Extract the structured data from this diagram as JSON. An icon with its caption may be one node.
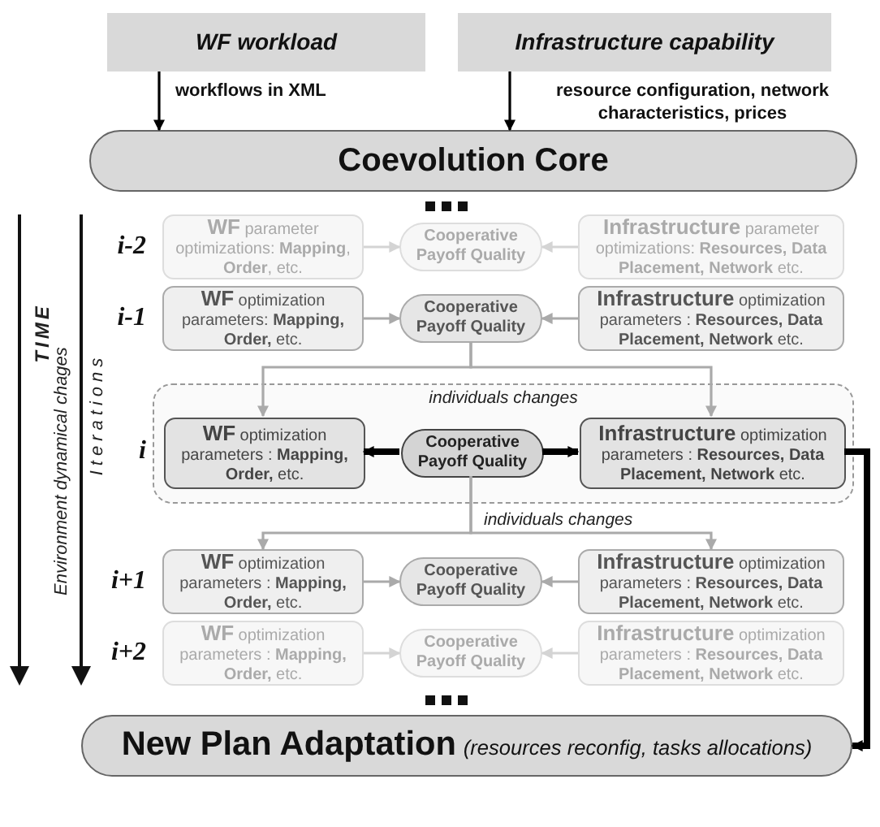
{
  "diagram": {
    "nodes": [
      {
        "text": [
          "WF workload"
        ]
      },
      {
        "text": [
          "Infrastructure capability"
        ]
      },
      {
        "text": [
          "Coevolution Core"
        ]
      },
      {
        "text": [
          "**WF** parameter optimizations: **Mapping**, **Order**, etc."
        ]
      },
      {
        "text": [
          "Cooperative Payoff Quality"
        ]
      },
      {
        "text": [
          "**Infrastructure** parameter optimizations: **Resources, Data Placement, Network** etc."
        ]
      },
      {
        "text": [
          "**WF** optimization parameters: **Mapping,** **Order,** etc."
        ]
      },
      {
        "text": [
          "Cooperative Payoff Quality"
        ]
      },
      {
        "text": [
          "**Infrastructure** optimization parameters : **Resources, Data Placement, Network** etc."
        ]
      },
      {
        "text": [
          "individuals changes"
        ]
      },
      {
        "text": [
          "**WF** optimization parameters : **Mapping,** **Order,** etc."
        ],
        "in": 9
      },
      {
        "text": [
          "Cooperative Payoff Quality"
        ],
        "in": 9
      },
      {
        "text": [
          "**Infrastructure** optimization parameters : **Resources, Data Placement, Network** etc."
        ],
        "in": 9
      },
      {
        "text": [
          "**WF** optimization parameters : **Mapping,** **Order,** etc."
        ]
      },
      {
        "text": [
          "Cooperative Payoff Quality"
        ]
      },
      {
        "text": [
          "**Infrastructure** optimization parameters : **Resources, Data Placement, Network** etc."
        ]
      },
      {
        "text": [
          "**WF** optimization parameters : **Mapping,** **Order,** etc."
        ]
      },
      {
        "text": [
          "Cooperative Payoff Quality"
        ]
      },
      {
        "text": [
          "**Infrastructure** optimization parameters : **Resources, Data Placement, Network** etc."
        ]
      },
      {
        "text": [
          "**New Plan Adaptation** *(resources reconfig, tasks allocations)*"
        ]
      }
    ],
    "edges": [
      {
        "from": 0,
        "to": 2,
        "arrow": "to",
        "label": "workflows in XML",
        "color": "#000000"
      },
      {
        "from": 1,
        "to": 2,
        "arrow": "to",
        "label": "resource configuration, network characteristics, prices",
        "color": "#000000"
      },
      {
        "from": 3,
        "to": 4,
        "arrow": "to",
        "color": "#d4d4d4"
      },
      {
        "from": 5,
        "to": 4,
        "arrow": "to",
        "color": "#d4d4d4"
      },
      {
        "from": 6,
        "to": 7,
        "arrow": "to"
      },
      {
        "from": 8,
        "to": 7,
        "arrow": "to"
      },
      {
        "from": 7,
        "to": 10,
        "arrow": "to"
      },
      {
        "from": 7,
        "to": 12,
        "arrow": "to"
      },
      {
        "from": 11,
        "to": 10,
        "arrow": "to",
        "style": "thick",
        "color": "#000000"
      },
      {
        "from": 11,
        "to": 12,
        "arrow": "to",
        "style": "thick",
        "color": "#000000"
      },
      {
        "from": 11,
        "to": 13,
        "arrow": "to"
      },
      {
        "from": 11,
        "to": 15,
        "arrow": "to",
        "label": "individuals changes"
      },
      {
        "from": 13,
        "to": 14,
        "arrow": "to"
      },
      {
        "from": 15,
        "to": 14,
        "arrow": "to"
      },
      {
        "from": 16,
        "to": 17,
        "arrow": "to",
        "color": "#d4d4d4"
      },
      {
        "from": 18,
        "to": 17,
        "arrow": "to",
        "color": "#d4d4d4"
      },
      {
        "from": 12,
        "to": 19,
        "arrow": "to",
        "style": "thick",
        "color": "#000000"
      }
    ],
    "labels": [
      "TIME",
      "Environment dynamical chages",
      "Iterations",
      "i-2",
      "i-1",
      "i",
      "i+1",
      "i+2"
    ]
  }
}
